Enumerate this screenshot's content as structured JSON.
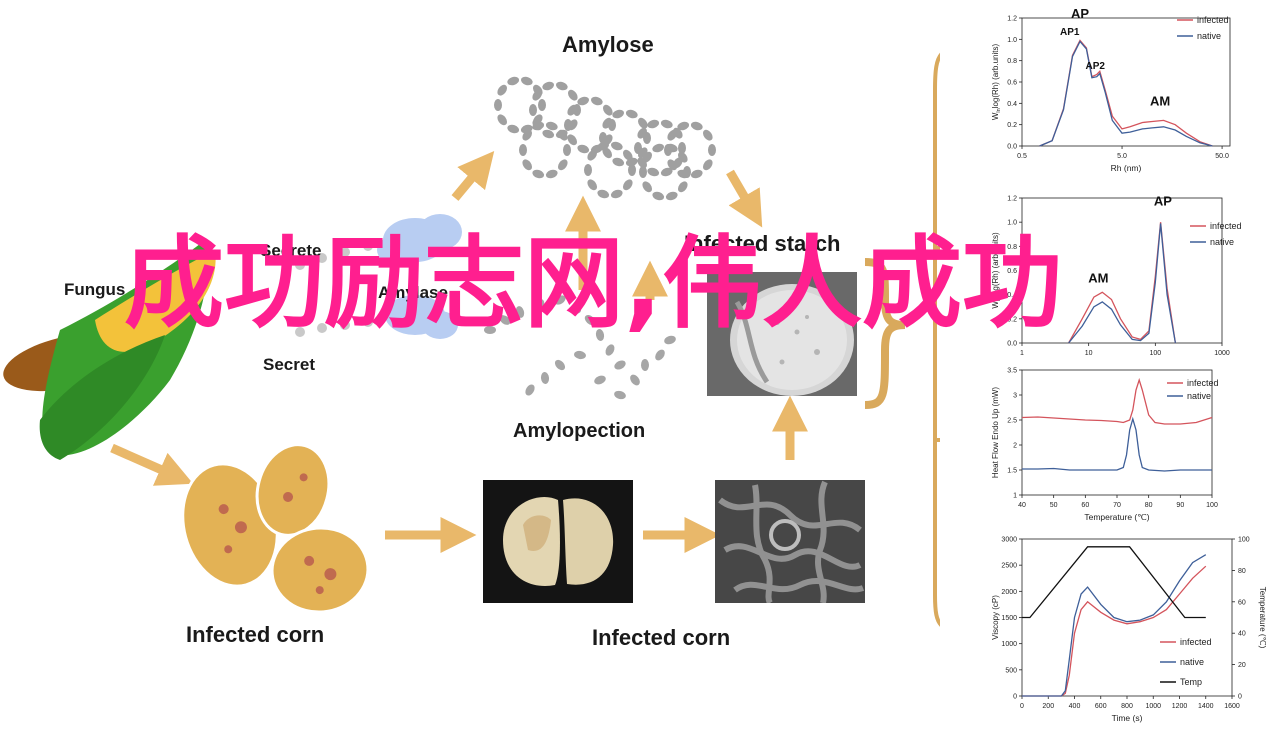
{
  "diagram": {
    "labels": {
      "amylose": "Amylose",
      "infected_starch": "Infected starch",
      "fungus": "Fungus",
      "secrete_top": "Secrete",
      "amylase": "Amylase",
      "secrete_bottom": "Secret",
      "amylopectin": "Amylopection",
      "infected_corn_left": "Infected corn",
      "infected_corn_right": "Infected corn"
    },
    "colors": {
      "arrow": "#e9b86a",
      "bracket": "#d9a95c",
      "starch_bead": "#a0a0a0",
      "corn": "#e3b255",
      "husk": "#3aa02e",
      "cloud": "#b8cdf2"
    }
  },
  "watermark": "成功励志网,伟人成功",
  "chart_data": [
    {
      "type": "line",
      "title": "",
      "xlabel": "Rh (nm)",
      "ylabel": "W",
      "ylabel_sub": "ln",
      "ylabel_rest": "log(Rh) (arb.units)",
      "x_scale": "log",
      "xlim": [
        0.5,
        60
      ],
      "ylim": [
        0,
        1.2
      ],
      "x_ticks": [
        "0.5",
        "5.0",
        "50.0"
      ],
      "x_tick_values": [
        0.5,
        5,
        50
      ],
      "y_ticks": [
        "0.0",
        "0.2",
        "0.4",
        "0.6",
        "0.8",
        "1.0",
        "1.2"
      ],
      "legend": [
        "infected",
        "native"
      ],
      "legend_position": "top-right",
      "annotations": [
        {
          "text": "AP",
          "x": 1.9,
          "y": 1.2
        },
        {
          "text": "AP1",
          "x": 1.5,
          "y": 1.04
        },
        {
          "text": "AP2",
          "x": 2.7,
          "y": 0.72
        },
        {
          "text": "AM",
          "x": 12,
          "y": 0.38
        }
      ],
      "series": [
        {
          "name": "infected",
          "color": "#d4545c",
          "x": [
            0.75,
            1.0,
            1.3,
            1.6,
            1.9,
            2.2,
            2.5,
            2.8,
            3.0,
            3.4,
            4.0,
            5.0,
            6.0,
            8.0,
            10.0,
            13.0,
            17.0,
            22.0,
            30.0,
            40.0
          ],
          "y": [
            0.0,
            0.05,
            0.35,
            0.85,
            0.99,
            0.92,
            0.65,
            0.67,
            0.7,
            0.52,
            0.28,
            0.16,
            0.18,
            0.22,
            0.23,
            0.24,
            0.2,
            0.12,
            0.04,
            0.0
          ]
        },
        {
          "name": "native",
          "color": "#3e5f99",
          "x": [
            0.75,
            1.0,
            1.3,
            1.6,
            1.9,
            2.2,
            2.5,
            2.8,
            3.0,
            3.4,
            4.0,
            5.0,
            6.0,
            8.0,
            10.0,
            13.0,
            17.0,
            22.0,
            30.0,
            40.0
          ],
          "y": [
            0.0,
            0.05,
            0.34,
            0.84,
            0.98,
            0.91,
            0.64,
            0.65,
            0.68,
            0.5,
            0.24,
            0.12,
            0.13,
            0.16,
            0.17,
            0.18,
            0.15,
            0.09,
            0.03,
            0.0
          ]
        }
      ]
    },
    {
      "type": "line",
      "title": "",
      "xlabel": "",
      "ylabel": "W",
      "ylabel_sub": "ln",
      "ylabel_rest": "log(Rh) (arb.units)",
      "x_scale": "log",
      "xlim": [
        1,
        1000
      ],
      "ylim": [
        0,
        1.2
      ],
      "x_ticks": [
        "1",
        "10",
        "100",
        "1000"
      ],
      "x_tick_values": [
        1,
        10,
        100,
        1000
      ],
      "y_ticks": [
        "0.0",
        "0.2",
        "0.4",
        "0.6",
        "0.8",
        "1.0",
        "1.2"
      ],
      "legend": [
        "infected",
        "native"
      ],
      "legend_position": "top-right",
      "annotations": [
        {
          "text": "AP",
          "x": 130,
          "y": 1.14
        },
        {
          "text": "AM",
          "x": 14,
          "y": 0.5
        }
      ],
      "series": [
        {
          "name": "infected",
          "color": "#d4545c",
          "x": [
            5,
            8,
            12,
            16,
            22,
            30,
            45,
            60,
            80,
            100,
            120,
            150,
            200
          ],
          "y": [
            0.0,
            0.2,
            0.38,
            0.42,
            0.36,
            0.2,
            0.05,
            0.03,
            0.1,
            0.55,
            1.0,
            0.45,
            0.0
          ]
        },
        {
          "name": "native",
          "color": "#3e5f99",
          "x": [
            5,
            8,
            12,
            16,
            22,
            30,
            45,
            60,
            80,
            100,
            120,
            150,
            200
          ],
          "y": [
            0.0,
            0.14,
            0.3,
            0.34,
            0.28,
            0.15,
            0.03,
            0.02,
            0.08,
            0.5,
            0.99,
            0.4,
            0.0
          ]
        }
      ]
    },
    {
      "type": "line",
      "title": "",
      "xlabel": "Temperature (℃)",
      "ylabel": "Heat Flow Endo Up (mW)",
      "xlim": [
        40,
        100
      ],
      "ylim": [
        1,
        3.5
      ],
      "x_ticks": [
        "40",
        "50",
        "60",
        "70",
        "80",
        "90",
        "100"
      ],
      "y_ticks": [
        "1",
        "1.5",
        "2",
        "2.5",
        "3",
        "3.5"
      ],
      "legend": [
        "infected",
        "native"
      ],
      "legend_position": "top-right",
      "series": [
        {
          "name": "infected",
          "color": "#d4545c",
          "x": [
            40,
            45,
            50,
            55,
            60,
            65,
            70,
            72,
            74,
            75,
            76,
            77,
            78,
            80,
            82,
            85,
            90,
            95,
            100
          ],
          "y": [
            2.55,
            2.56,
            2.54,
            2.52,
            2.5,
            2.49,
            2.47,
            2.45,
            2.5,
            2.7,
            3.1,
            3.3,
            3.1,
            2.6,
            2.45,
            2.42,
            2.42,
            2.45,
            2.55
          ]
        },
        {
          "name": "native",
          "color": "#3e5f99",
          "x": [
            40,
            45,
            50,
            55,
            60,
            65,
            70,
            72,
            73,
            74,
            75,
            76,
            77,
            78,
            80,
            85,
            90,
            95,
            100
          ],
          "y": [
            1.52,
            1.52,
            1.53,
            1.5,
            1.5,
            1.5,
            1.5,
            1.55,
            1.8,
            2.3,
            2.52,
            2.3,
            1.8,
            1.55,
            1.5,
            1.48,
            1.5,
            1.5,
            1.5
          ]
        }
      ]
    },
    {
      "type": "line",
      "title": "",
      "xlabel": "Time (s)",
      "ylabel": "Viscopy (cP)",
      "ylabel_right": "Temperature (℃)",
      "xlim": [
        0,
        1600
      ],
      "ylim": [
        0,
        3000
      ],
      "ylim_right": [
        0,
        100
      ],
      "x_ticks": [
        "0",
        "200",
        "400",
        "600",
        "800",
        "1000",
        "1200",
        "1400",
        "1600"
      ],
      "y_ticks": [
        "0",
        "500",
        "1000",
        "1500",
        "2000",
        "2500",
        "3000"
      ],
      "y_ticks_right": [
        "0",
        "20",
        "40",
        "60",
        "80",
        "100"
      ],
      "legend": [
        "infected",
        "native",
        "Temp"
      ],
      "legend_position": "bottom-right",
      "series": [
        {
          "name": "infected",
          "color": "#d4545c",
          "axis": "left",
          "x": [
            0,
            300,
            330,
            360,
            400,
            450,
            500,
            600,
            700,
            800,
            900,
            1000,
            1100,
            1200,
            1300,
            1400
          ],
          "y": [
            0,
            0,
            50,
            400,
            1200,
            1650,
            1800,
            1600,
            1450,
            1380,
            1420,
            1500,
            1650,
            1950,
            2250,
            2480
          ]
        },
        {
          "name": "native",
          "color": "#3e5f99",
          "axis": "left",
          "x": [
            0,
            300,
            330,
            360,
            400,
            450,
            500,
            600,
            700,
            800,
            900,
            1000,
            1100,
            1200,
            1300,
            1400
          ],
          "y": [
            0,
            0,
            100,
            700,
            1500,
            1950,
            2080,
            1750,
            1500,
            1420,
            1450,
            1550,
            1800,
            2200,
            2550,
            2700
          ]
        },
        {
          "name": "Temp",
          "color": "#111111",
          "axis": "right",
          "x": [
            0,
            60,
            500,
            820,
            1240,
            1400
          ],
          "y": [
            50,
            50,
            95,
            95,
            50,
            50
          ]
        }
      ]
    }
  ]
}
